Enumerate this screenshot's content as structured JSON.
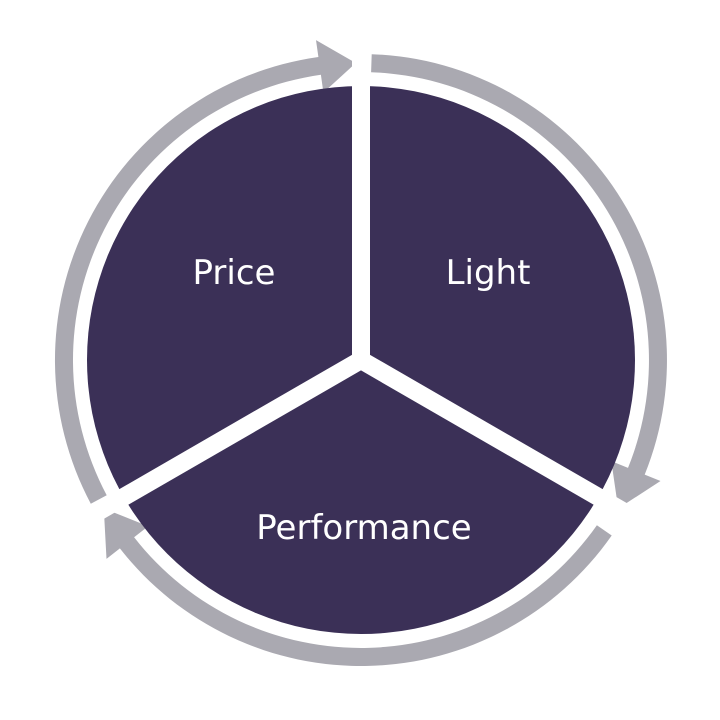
{
  "diagram": {
    "segments": [
      {
        "label": "Price"
      },
      {
        "label": "Light"
      },
      {
        "label": "Performance"
      }
    ],
    "colors": {
      "segment_fill": "#3b3057",
      "arrow_ring": "#aaa9b1",
      "separator": "#ffffff",
      "text": "#ffffff",
      "background": "#ffffff"
    }
  }
}
